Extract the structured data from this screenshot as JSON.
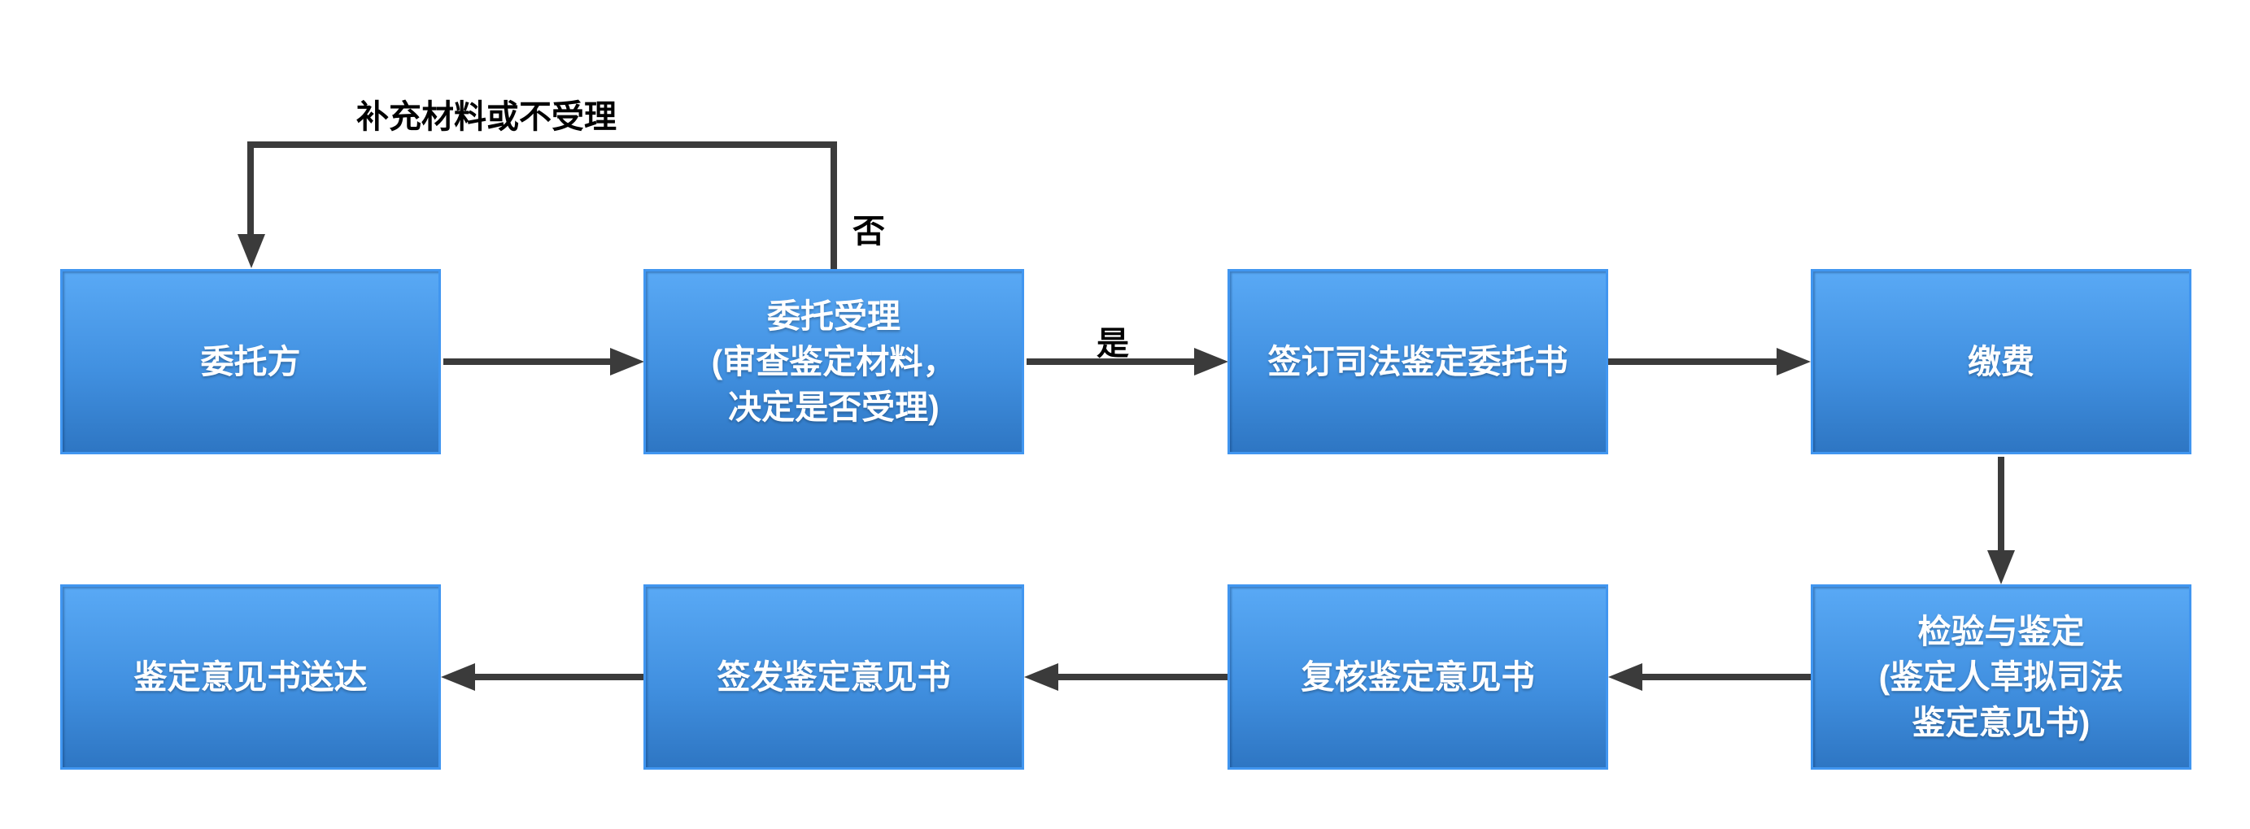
{
  "flowchart": {
    "title_hint": "司法鉴定流程图",
    "colors": {
      "background": "#ffffff",
      "node_gradient_top": "#59a9f5",
      "node_gradient_bottom": "#2e76c3",
      "node_border": "#4196f0",
      "node_text": "#ffffff",
      "arrow": "#3b3b3b",
      "edge_label_text": "#000000"
    },
    "nodes": [
      {
        "id": "client",
        "lines": [
          "委托方"
        ]
      },
      {
        "id": "acceptance",
        "lines": [
          "委托受理",
          "(审查鉴定材料，",
          "决定是否受理)"
        ]
      },
      {
        "id": "sign-letter",
        "lines": [
          "签订司法鉴定委托书"
        ]
      },
      {
        "id": "pay-fee",
        "lines": [
          "缴费"
        ]
      },
      {
        "id": "deliver-opinion",
        "lines": [
          "鉴定意见书送达"
        ]
      },
      {
        "id": "issue-opinion",
        "lines": [
          "签发鉴定意见书"
        ]
      },
      {
        "id": "review-opinion",
        "lines": [
          "复核鉴定意见书"
        ]
      },
      {
        "id": "inspection",
        "lines": [
          "检验与鉴定",
          "(鉴定人草拟司法",
          "鉴定意见书)"
        ]
      }
    ],
    "edge_labels": {
      "reject_loop": "补充材料或不受理",
      "no": "否",
      "yes": "是"
    },
    "edges": [
      {
        "from": "client",
        "to": "acceptance",
        "label": ""
      },
      {
        "from": "acceptance",
        "to": "sign-letter",
        "label": "是"
      },
      {
        "from": "acceptance",
        "to": "client",
        "label": "否 / 补充材料或不受理"
      },
      {
        "from": "sign-letter",
        "to": "pay-fee",
        "label": ""
      },
      {
        "from": "pay-fee",
        "to": "inspection",
        "label": ""
      },
      {
        "from": "inspection",
        "to": "review-opinion",
        "label": ""
      },
      {
        "from": "review-opinion",
        "to": "issue-opinion",
        "label": ""
      },
      {
        "from": "issue-opinion",
        "to": "deliver-opinion",
        "label": ""
      }
    ]
  }
}
